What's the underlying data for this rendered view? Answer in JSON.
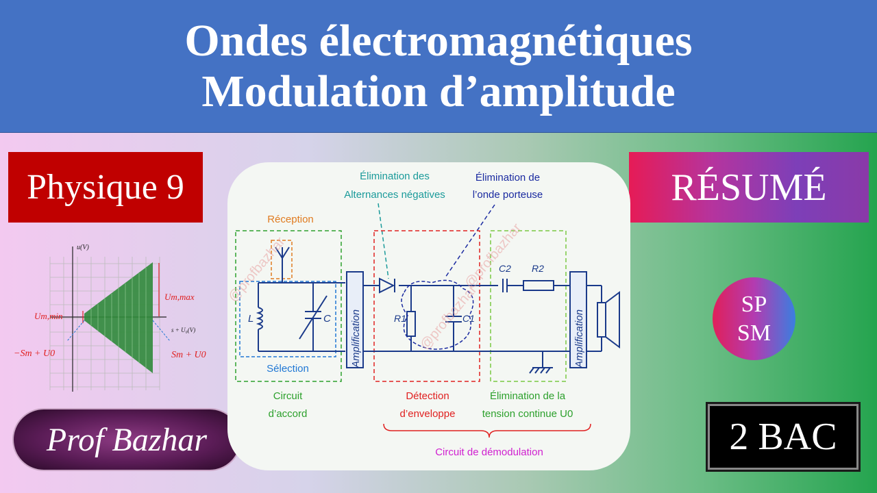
{
  "header": {
    "line1": "Ondes électromagnétiques",
    "line2": "Modulation d’amplitude"
  },
  "badges": {
    "physique": "Physique 9",
    "resume": "RÉSUMÉ",
    "sp": "SP",
    "sm": "SM",
    "bac": "2 BAC",
    "prof": "Prof Bazhar"
  },
  "graph": {
    "y_axis": "u(V)",
    "x_axis": "s + U₀(V)",
    "u_max": "Um,max",
    "u_min": "Um,min",
    "left_label": "−Sm + U0",
    "right_label": "Sm + U0"
  },
  "diagram": {
    "watermark": "@profbazhar",
    "elim_neg_1": "Élimination des",
    "elim_neg_2": "Alternances négatives",
    "elim_port_1": "Élimination de",
    "elim_port_2": "l’onde porteuse",
    "reception": "Réception",
    "selection": "Sélection",
    "amplification": "Amplification",
    "L": "L",
    "C": "C",
    "R1": "R1",
    "C1": "C1",
    "C2": "C2",
    "R2": "R2",
    "circuit_accord_1": "Circuit",
    "circuit_accord_2": "d’accord",
    "detection_1": "Détection",
    "detection_2": "d’enveloppe",
    "elim_tension_1": "Élimination de la",
    "elim_tension_2": "tension continue U0",
    "demodulation": "Circuit de démodulation",
    "colors": {
      "green": "#2ca02c",
      "blue": "#1f77d4",
      "red": "#e02020",
      "orange": "#e07b20",
      "teal": "#1a9a9a",
      "navy": "#1a2aa0",
      "magenta": "#d020d0"
    }
  }
}
